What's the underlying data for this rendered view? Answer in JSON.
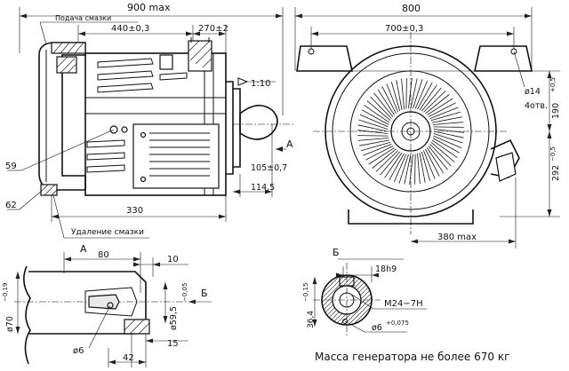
{
  "labels": {
    "dim_900": "900 max",
    "dim_800": "800",
    "dim_700": "700±0,3",
    "dim_440": "440±0,3",
    "dim_270": "270±2",
    "grease_supply": "Подача смазки",
    "grease_removal": "Удаление смазки",
    "taper": "1:10",
    "view_a_marker": "А",
    "dim_105": "105±0,7",
    "dim_114": "114,5",
    "dim_330": "330",
    "ref_59": "59",
    "ref_62": "62",
    "dim_d14": "ø14",
    "holes_4": "4отв.",
    "dim_190": "190",
    "dim_190_tol": "+0,5",
    "dim_292": "292",
    "dim_292_tol": "−0,5",
    "dim_380": "380 max",
    "section_b_title": "Б",
    "dim_18h9": "18h9",
    "dim_36": "36,4",
    "dim_36_tol": "−0,15",
    "thread": "M24−7H",
    "dim_d6_tol": "ø6",
    "dim_d6_tol_sup": "+0,075",
    "view_a_title": "А",
    "dim_80": "80",
    "dim_10": "10",
    "dim_d70": "ø70",
    "dim_d70_tol": "−0,19",
    "dim_d59": "ø59,5",
    "dim_d59_tol": "−0,05",
    "arrow_b": "Б",
    "dim_d6": "ø6",
    "dim_15": "15",
    "dim_42": "42",
    "mass_note": "Масса генератора не более 670 кг"
  }
}
